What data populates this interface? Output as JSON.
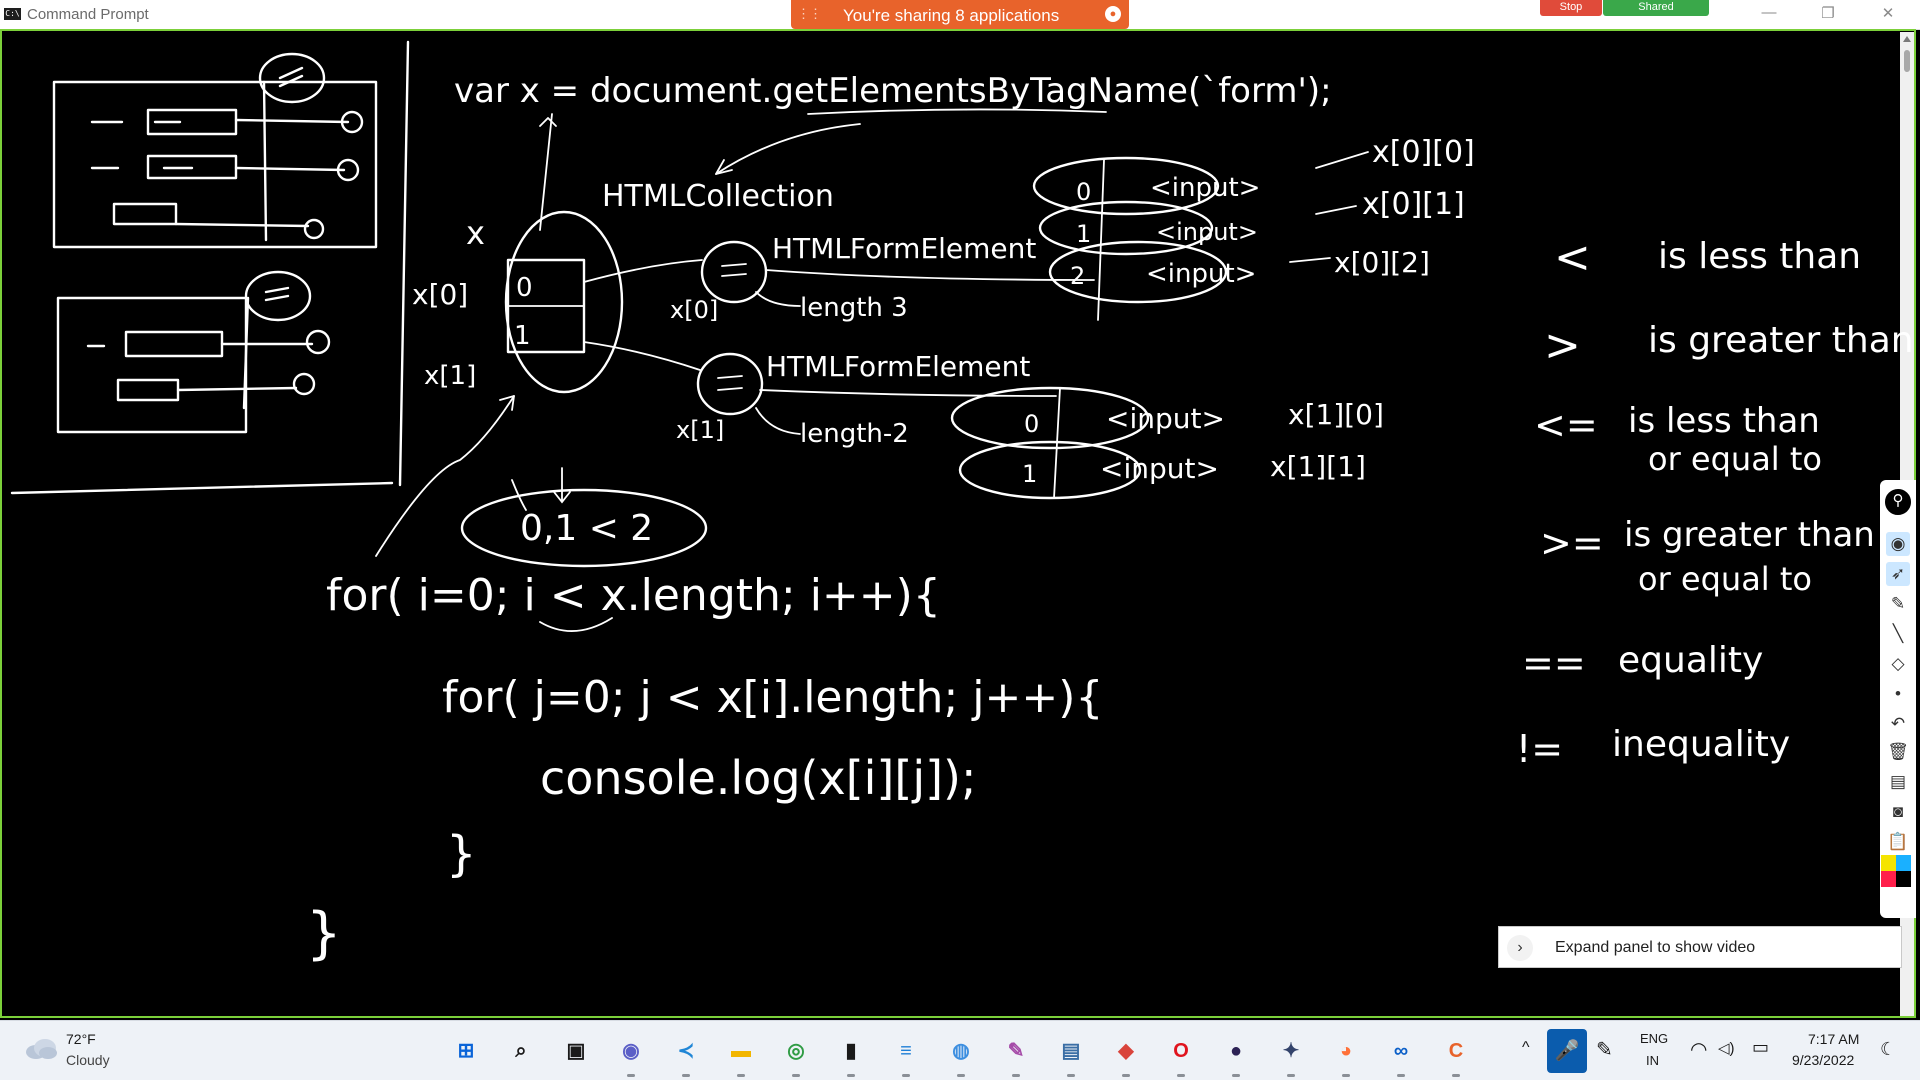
{
  "window": {
    "title": "Command Prompt",
    "icon_text": "C:\\",
    "minimize": "—",
    "restore": "❐",
    "close": "✕"
  },
  "share_bar": {
    "grip": "⋮⋮",
    "text": "You're sharing 8 applications",
    "stop_glyph": "●",
    "stop_label": "Stop",
    "shared_label": "Shared"
  },
  "board": {
    "code_line1": "var x = document.getElementsByTagName(`form');",
    "html_collection": "HTMLCollection",
    "html_form_element_1": "HTMLFormElement",
    "html_form_element_2": "HTMLFormElement",
    "length_3": "length 3",
    "length_2": "length-2",
    "x_label": "x",
    "x0": "x[0]",
    "x1": "x[1]",
    "x0_small": "x[0]",
    "x1_small": "x[1]",
    "idx0": "0",
    "idx1": "1",
    "idx2": "2",
    "input_tag": "<input>",
    "x00": "x[0][0]",
    "x01": "x[0][1]",
    "x02": "x[0][2]",
    "x10": "x[1][0]",
    "x11": "x[1][1]",
    "loop_note": "0,1 < 2",
    "for_outer": "for( i=0; i < x.length; i++){",
    "for_inner": "for( j=0; j < x[i].length; j++){",
    "console_log": "console.log(x[i][j]);",
    "close_inner": "}",
    "close_outer": "}",
    "operators": [
      {
        "symbol": "<",
        "meaning": "is less than"
      },
      {
        "symbol": ">",
        "meaning": "is greater than"
      },
      {
        "symbol": "<=",
        "meaning": "is less than",
        "meaning2": "or equal to"
      },
      {
        "symbol": ">=",
        "meaning": "is greater than",
        "meaning2": "or equal to"
      },
      {
        "symbol": "==",
        "meaning": "equality"
      },
      {
        "symbol": "!=",
        "meaning": "inequality"
      }
    ]
  },
  "pen_toolbar": {
    "pin_icon": "pin-icon",
    "tools": [
      "eye-icon",
      "cursor-icon",
      "pen-icon",
      "highlighter-icon",
      "eraser-icon",
      "dot-icon",
      "undo-icon",
      "trash-icon",
      "whiteboard-icon",
      "camera-icon",
      "clipboard-icon"
    ],
    "colors": [
      "#f5e400",
      "#1ab0ff",
      "#ff1f4b",
      "#000000"
    ]
  },
  "video_panel": {
    "chevron": "›",
    "label": "Expand panel to show video"
  },
  "taskbar": {
    "weather_temp": "72°F",
    "weather_condition": "Cloudy",
    "apps": [
      {
        "name": "start-icon",
        "glyph": "⊞",
        "color": "#0a64d8"
      },
      {
        "name": "search-icon",
        "glyph": "⌕",
        "color": "#1a1a1a"
      },
      {
        "name": "task-view-icon",
        "glyph": "▣",
        "color": "#1a1a1a"
      },
      {
        "name": "teams-chat-icon",
        "glyph": "◉",
        "color": "#5b5fc7"
      },
      {
        "name": "vscode-icon",
        "glyph": "≺",
        "color": "#1f86d6"
      },
      {
        "name": "file-explorer-icon",
        "glyph": "▬",
        "color": "#f2b600"
      },
      {
        "name": "chrome-icon",
        "glyph": "◎",
        "color": "#2f9c44"
      },
      {
        "name": "terminal-icon",
        "glyph": "▮",
        "color": "#1a1a1a"
      },
      {
        "name": "notepad-icon",
        "glyph": "≡",
        "color": "#1e7fd6"
      },
      {
        "name": "globe-icon",
        "glyph": "◍",
        "color": "#3d8fe0"
      },
      {
        "name": "paint-icon",
        "glyph": "✎",
        "color": "#a54ba8"
      },
      {
        "name": "mysql-icon",
        "glyph": "▤",
        "color": "#3a6ea5"
      },
      {
        "name": "app-red-icon",
        "glyph": "◆",
        "color": "#d9443b"
      },
      {
        "name": "opera-icon",
        "glyph": "O",
        "color": "#e0141e"
      },
      {
        "name": "eclipse-icon",
        "glyph": "●",
        "color": "#2c2255"
      },
      {
        "name": "anaconda-icon",
        "glyph": "✦",
        "color": "#33436b"
      },
      {
        "name": "firefox-icon",
        "glyph": "◕",
        "color": "#ff7139"
      },
      {
        "name": "webex-icon",
        "glyph": "∞",
        "color": "#0c60c8"
      },
      {
        "name": "c-app-icon",
        "glyph": "C",
        "color": "#e8632b"
      }
    ],
    "tray": {
      "chevron": "^",
      "mic": "🎤",
      "pen": "✎",
      "lang_top": "ENG",
      "lang_bottom": "IN",
      "wifi": "◠",
      "volume": "◁)",
      "battery": "▭",
      "time": "7:17 AM",
      "date": "9/23/2022",
      "notification": "☾"
    }
  }
}
